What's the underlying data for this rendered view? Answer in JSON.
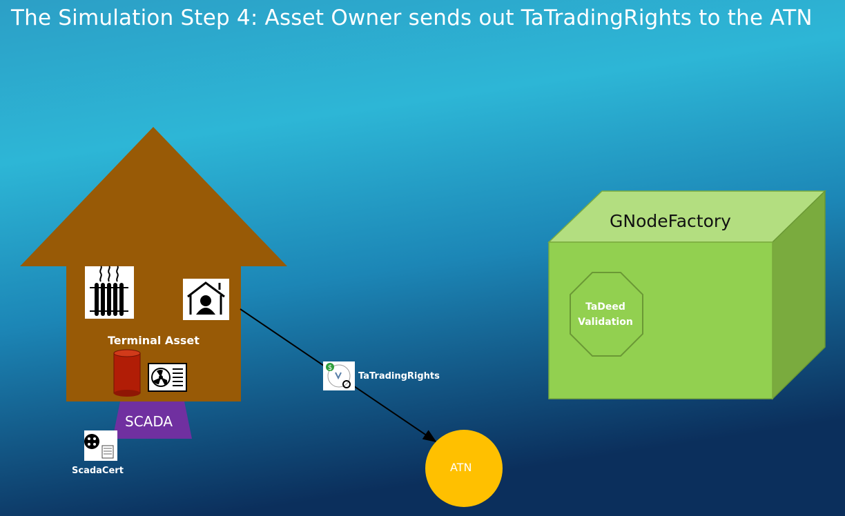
{
  "title": "The Simulation Step 4: Asset Owner sends out TaTradingRights to the ATN",
  "house": {
    "label": "Terminal Asset"
  },
  "scada": {
    "label": "SCADA"
  },
  "scada_cert": {
    "label": "ScadaCert"
  },
  "trading_rights": {
    "label": "TaTradingRights"
  },
  "atn": {
    "label": "ATN"
  },
  "gnode_factory": {
    "label": "GNodeFactory",
    "validation": {
      "line1": "TaDeed",
      "line2": "Validation"
    }
  },
  "colors": {
    "background_top": "#2fbfdc",
    "background_bottom": "#0d2e5c",
    "house": "#985a06",
    "scada": "#7030a0",
    "atn": "#ffc000",
    "factory_front": "#92d050",
    "factory_top": "#b3de80",
    "factory_side": "#7aab3e"
  }
}
